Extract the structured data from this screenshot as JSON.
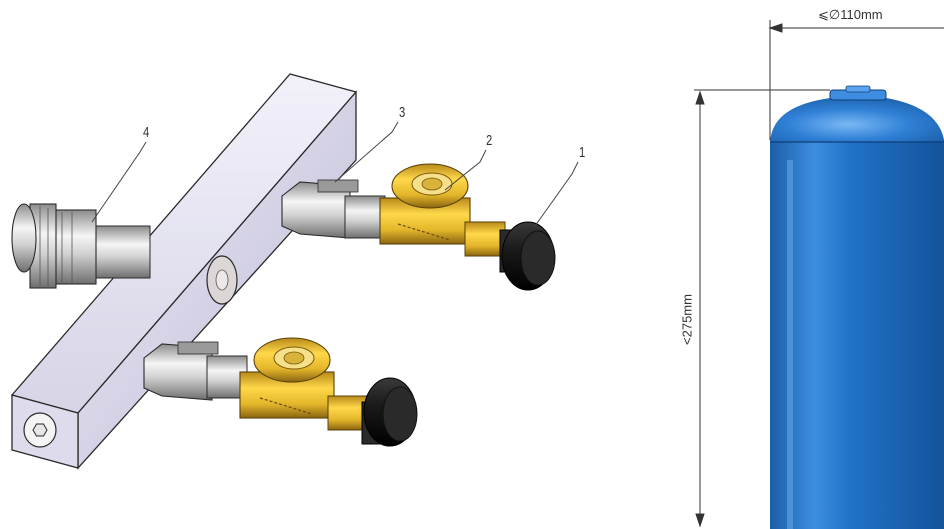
{
  "callouts": [
    {
      "number": "1"
    },
    {
      "number": "2"
    },
    {
      "number": "3"
    },
    {
      "number": "4"
    }
  ],
  "dimensions": {
    "diameter": "⩽∅110mm",
    "height": "<275mm"
  },
  "colors": {
    "cylinder_blue": "#1f6fc4",
    "cylinder_highlight": "#5aa3f0",
    "brass": "#e3b52a",
    "brass_shadow": "#a8801a",
    "knob_black": "#1a1a1a",
    "chrome": "#cfcfcf",
    "manifold_bar": "#d8d6e8",
    "manifold_edge": "#2a2a2a"
  },
  "icons": [
    "manifold-bar",
    "quick-connector",
    "pressure-regulator-valve",
    "control-knob",
    "gas-cylinder"
  ]
}
